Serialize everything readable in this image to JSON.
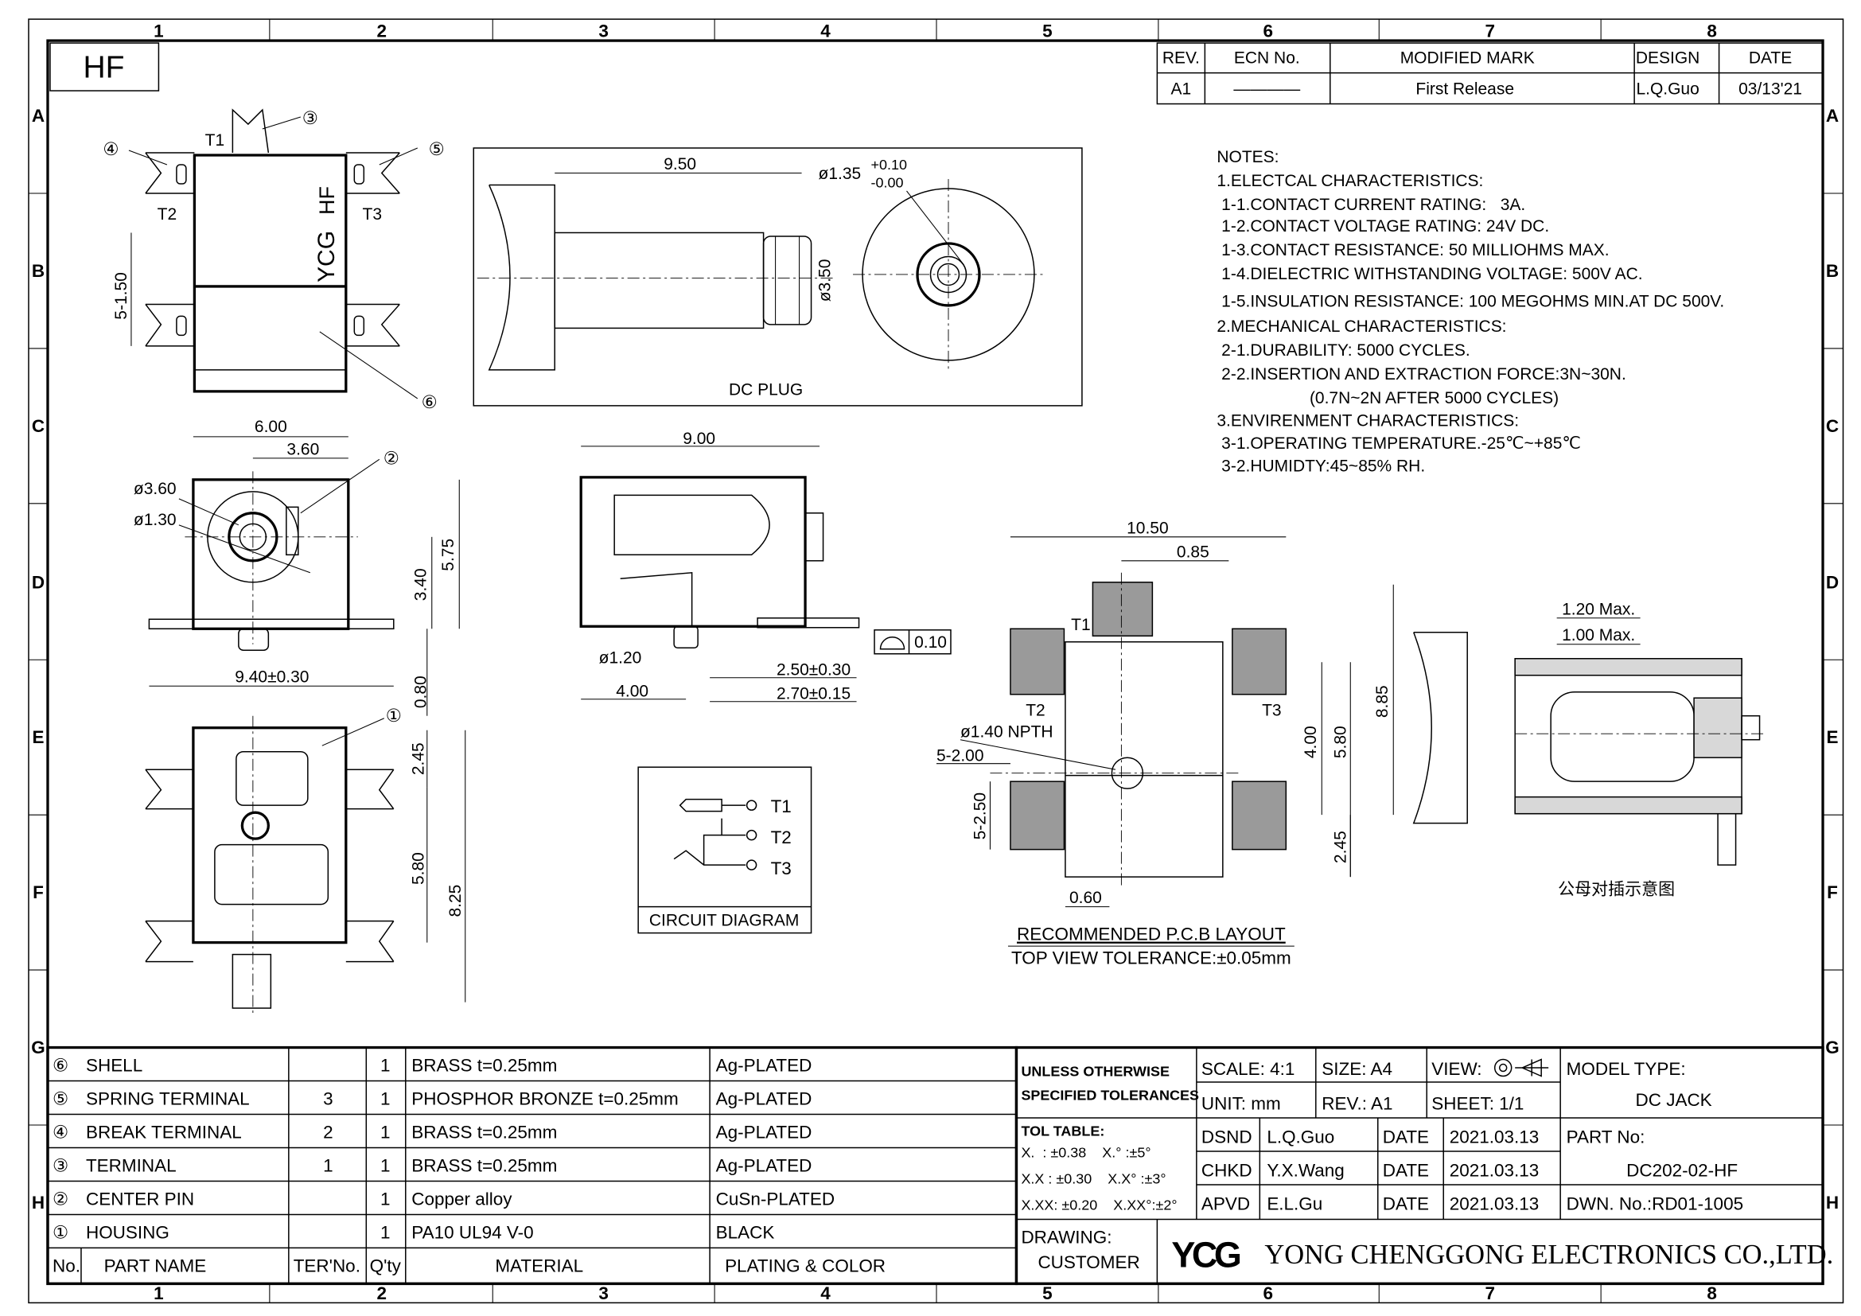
{
  "hf_label": "HF",
  "grid": {
    "cols": [
      "1",
      "2",
      "3",
      "4",
      "5",
      "6",
      "7",
      "8"
    ],
    "rows": [
      "A",
      "B",
      "C",
      "D",
      "E",
      "F",
      "G",
      "H"
    ]
  },
  "revision": {
    "headers": [
      "REV.",
      "ECN No.",
      "MODIFIED MARK",
      "DESIGN",
      "DATE"
    ],
    "row": [
      "A1",
      "————",
      "First Release",
      "L.Q.Guo",
      "03/13'21"
    ]
  },
  "notes": [
    "NOTES:",
    "1.ELECTCAL CHARACTERISTICS:",
    " 1-1.CONTACT CURRENT RATING:   3A.",
    " 1-2.CONTACT VOLTAGE RATING: 24V DC.",
    " 1-3.CONTACT RESISTANCE: 50 MILLIOHMS MAX.",
    " 1-4.DIELECTRIC WITHSTANDING VOLTAGE: 500V AC.",
    " 1-5.INSULATION RESISTANCE: 100 MEGOHMS MIN.AT DC 500V.",
    "2.MECHANICAL CHARACTERISTICS:",
    " 2-1.DURABILITY: 5000 CYCLES.",
    " 2-2.INSERTION AND EXTRACTION FORCE:3N~30N.",
    "                    (0.7N~2N AFTER 5000 CYCLES)",
    "3.ENVIRENMENT CHARACTERISTICS:",
    " 3-1.OPERATING TEMPERATURE.-25℃~+85℃",
    " 3-2.HUMIDTY:45~85% RH."
  ],
  "top_view": {
    "t1": "T1",
    "t2": "T2",
    "t3": "T3",
    "dim": "5-1.50",
    "mark_ycg": "YCG",
    "mark_hf": "HF",
    "b3": "③",
    "b4": "④",
    "b5": "⑤",
    "b6": "⑥"
  },
  "dc_plug": {
    "len": "9.50",
    "dia": "ø1.35",
    "tol_up": "+0.10",
    "tol_dn": "-0.00",
    "dia2": "ø3.50",
    "label": "DC PLUG"
  },
  "front_view": {
    "w": "6.00",
    "w2": "3.60",
    "d1": "ø3.60",
    "d2": "ø1.30",
    "h1": "5.75",
    "h2": "3.40",
    "base": "9.40±0.30",
    "pin": "0.80",
    "b2": "②"
  },
  "side_view": {
    "len": "9.00",
    "pin": "ø1.20",
    "d4": "4.00",
    "d25": "2.50±0.30",
    "d27": "2.70±0.15",
    "flat": "0.10"
  },
  "bottom_view": {
    "d245": "2.45",
    "d580": "5.80",
    "d825": "8.25",
    "b1": "①"
  },
  "circuit": {
    "t1": "T1",
    "t2": "T2",
    "t3": "T3",
    "label": "CIRCUIT DIAGRAM"
  },
  "pcb": {
    "w": "10.50",
    "w2": "0.85",
    "t1": "T1",
    "t2": "T2",
    "t3": "T3",
    "hole": "ø1.40 NPTH",
    "slot1": "5-2.00",
    "slot2": "5-2.50",
    "h400": "4.00",
    "h580": "5.80",
    "h885": "8.85",
    "h245": "2.45",
    "w060": "0.60",
    "title": "RECOMMENDED P.C.B LAYOUT",
    "tol": "TOP VIEW TOLERANCE:±0.05mm"
  },
  "mating": {
    "m1": "1.20 Max.",
    "m2": "1.00 Max.",
    "label": "公母对插示意图"
  },
  "bom": {
    "headers": [
      "No.",
      "PART NAME",
      "TER'No.",
      "Q'ty",
      "MATERIAL",
      "PLATING & COLOR"
    ],
    "rows": [
      {
        "no": "⑥",
        "name": "SHELL",
        "ter": "",
        "qty": "1",
        "mat": "BRASS t=0.25mm",
        "plat": "Ag-PLATED"
      },
      {
        "no": "⑤",
        "name": "SPRING TERMINAL",
        "ter": "3",
        "qty": "1",
        "mat": "PHOSPHOR BRONZE t=0.25mm",
        "plat": "Ag-PLATED"
      },
      {
        "no": "④",
        "name": "BREAK TERMINAL",
        "ter": "2",
        "qty": "1",
        "mat": "BRASS t=0.25mm",
        "plat": "Ag-PLATED"
      },
      {
        "no": "③",
        "name": "TERMINAL",
        "ter": "1",
        "qty": "1",
        "mat": "BRASS t=0.25mm",
        "plat": "Ag-PLATED"
      },
      {
        "no": "②",
        "name": "CENTER PIN",
        "ter": "",
        "qty": "1",
        "mat": "Copper alloy",
        "plat": "CuSn-PLATED"
      },
      {
        "no": "①",
        "name": "HOUSING",
        "ter": "",
        "qty": "1",
        "mat": "PA10 UL94 V-0",
        "plat": "BLACK"
      }
    ]
  },
  "title_block": {
    "unless": "UNLESS OTHERWISE",
    "specified": "SPECIFIED TOLERANCES",
    "scale": "SCALE: 4:1",
    "size": "SIZE:  A4",
    "view": "VIEW:",
    "unit": "UNIT:  mm",
    "rev": "REV.:  A1",
    "sheet": "SHEET:  1/1",
    "model_label": "MODEL TYPE:",
    "model": "DC JACK",
    "tol_title": "TOL TABLE:",
    "tol1": "X.  : ±0.38    X.° :±5°",
    "tol2": "X.X : ±0.30    X.X° :±3°",
    "tol3": "X.XX: ±0.20    X.XX°:±2°",
    "dsnd": "DSND",
    "dsnd_name": "L.Q.Guo",
    "chkd": "CHKD",
    "chkd_name": "Y.X.Wang",
    "apvd": "APVD",
    "apvd_name": "E.L.Gu",
    "date_label": "DATE",
    "date": "2021.03.13",
    "part_label": "PART No:",
    "part": "DC202-02-HF",
    "dwn": "DWN. No.:RD01-1005",
    "drawing": "DRAWING:",
    "customer": "CUSTOMER",
    "logo": "YCG",
    "company": "YONG CHENGGONG ELECTRONICS CO.,LTD."
  }
}
